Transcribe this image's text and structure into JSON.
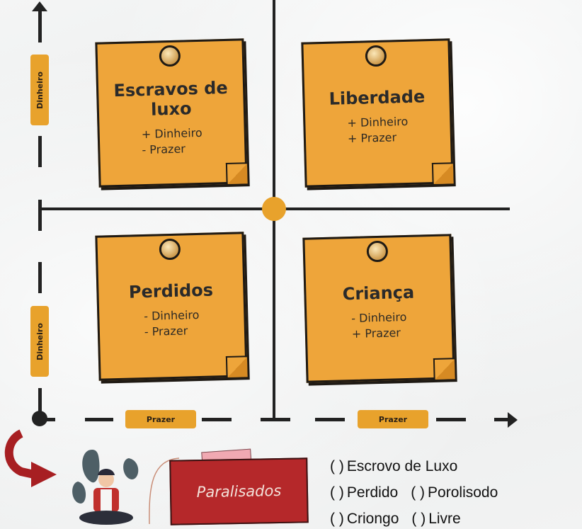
{
  "diagram": {
    "axes": {
      "y_axis_label_top": "Dinheiro",
      "y_axis_label_bottom": "Dinheiro",
      "x_axis_label_left": "Prazer",
      "x_axis_label_right": "Prazer"
    },
    "quadrants": [
      {
        "position": "top-left",
        "title": "Escravos de luxo",
        "attrs": [
          "+ Dinheiro",
          "- Prazer"
        ]
      },
      {
        "position": "top-right",
        "title": "Liberdade",
        "attrs": [
          "+ Dinheiro",
          "+ Prazer"
        ]
      },
      {
        "position": "bottom-left",
        "title": "Perdidos",
        "attrs": [
          "- Dinheiro",
          "- Prazer"
        ]
      },
      {
        "position": "bottom-right",
        "title": "Criança",
        "attrs": [
          "- Dinheiro",
          "+ Prazer"
        ]
      }
    ],
    "extra": {
      "banner_label": "Paralisados",
      "figure_icon": "anxious-person-with-ghosts-icon",
      "arrow_icon": "curved-red-arrow-icon"
    },
    "colors": {
      "note": "#eea53a",
      "axis_label": "#e8a22c",
      "banner": "#b5282a",
      "line": "#222222"
    }
  },
  "options": {
    "paren": "(   )",
    "rows": [
      [
        "Escrovo de Luxo"
      ],
      [
        "Perdido",
        "Porolisodo"
      ],
      [
        "Criongo",
        "Livre"
      ]
    ]
  }
}
